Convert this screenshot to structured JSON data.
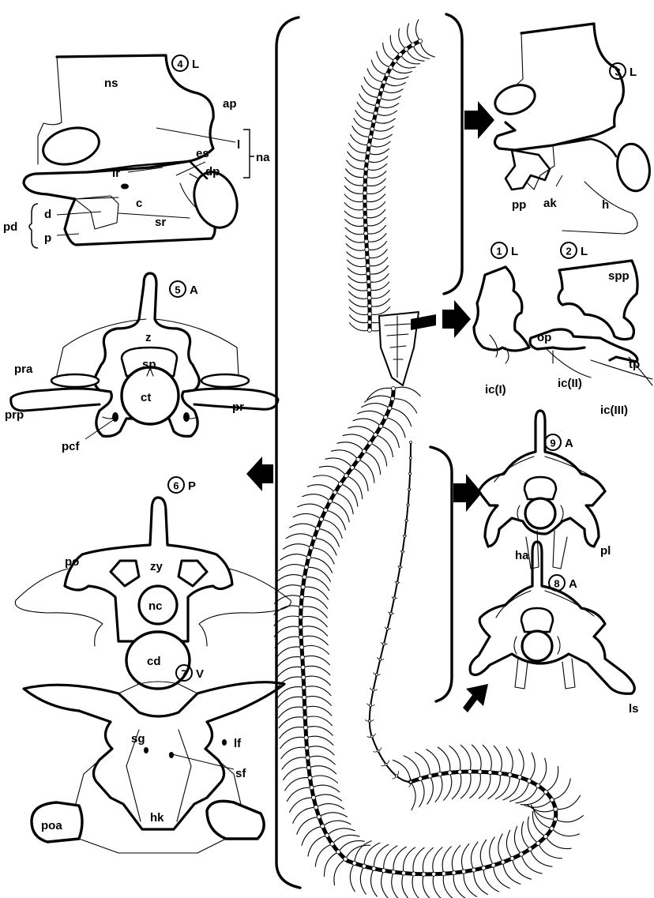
{
  "views": [
    {
      "id": "4",
      "view": "L",
      "labels": [
        "ns",
        "ap",
        "l",
        "es",
        "na",
        "dp",
        "ir",
        "c",
        "sr",
        "pd",
        "d",
        "p"
      ]
    },
    {
      "id": "3",
      "view": "L",
      "labels": [
        "pp",
        "ak",
        "h"
      ]
    },
    {
      "id": "1",
      "view": "L",
      "labels": [
        "ic(I)"
      ]
    },
    {
      "id": "2",
      "view": "L",
      "labels": [
        "spp",
        "op",
        "tp",
        "ic(II)",
        "ic(III)"
      ]
    },
    {
      "id": "5",
      "view": "A",
      "labels": [
        "z",
        "sp",
        "pra",
        "ct",
        "pr",
        "prp",
        "pcf"
      ]
    },
    {
      "id": "6",
      "view": "P",
      "labels": [
        "zy",
        "po",
        "nc",
        "cd"
      ]
    },
    {
      "id": "7",
      "view": "V",
      "labels": [
        "sg",
        "lf",
        "sf",
        "hk",
        "poa"
      ]
    },
    {
      "id": "9",
      "view": "A",
      "labels": [
        "ha",
        "pl"
      ]
    },
    {
      "id": "8",
      "view": "A",
      "labels": [
        "ls"
      ]
    }
  ],
  "label_text": {
    "ns": "ns",
    "ap": "ap",
    "l": "l",
    "es": "es",
    "na": "na",
    "dp": "dp",
    "ir": "ir",
    "c": "c",
    "sr": "sr",
    "pd": "pd",
    "d": "d",
    "p": "p",
    "pp": "pp",
    "ak": "ak",
    "h": "h",
    "ic1": "ic(I)",
    "spp": "spp",
    "op": "op",
    "tp": "tp",
    "ic2": "ic(II)",
    "ic3": "ic(III)",
    "z": "z",
    "sp": "sp",
    "pra": "pra",
    "ct": "ct",
    "pr": "pr",
    "prp": "prp",
    "pcf": "pcf",
    "zy": "zy",
    "po": "po",
    "nc": "nc",
    "cd": "cd",
    "sg": "sg",
    "lf": "lf",
    "sf": "sf",
    "hk": "hk",
    "poa": "poa",
    "ha": "ha",
    "pl": "pl",
    "ls": "ls"
  },
  "markers": {
    "m4": {
      "num": "4",
      "view": "L"
    },
    "m3": {
      "num": "3",
      "view": "L"
    },
    "m1": {
      "num": "1",
      "view": "L"
    },
    "m2": {
      "num": "2",
      "view": "L"
    },
    "m5": {
      "num": "5",
      "view": "A"
    },
    "m6": {
      "num": "6",
      "view": "P"
    },
    "m7": {
      "num": "7",
      "view": "V"
    },
    "m9": {
      "num": "9",
      "view": "A"
    },
    "m8": {
      "num": "8",
      "view": "A"
    }
  },
  "skeleton": {
    "vertebra_count": 150
  }
}
